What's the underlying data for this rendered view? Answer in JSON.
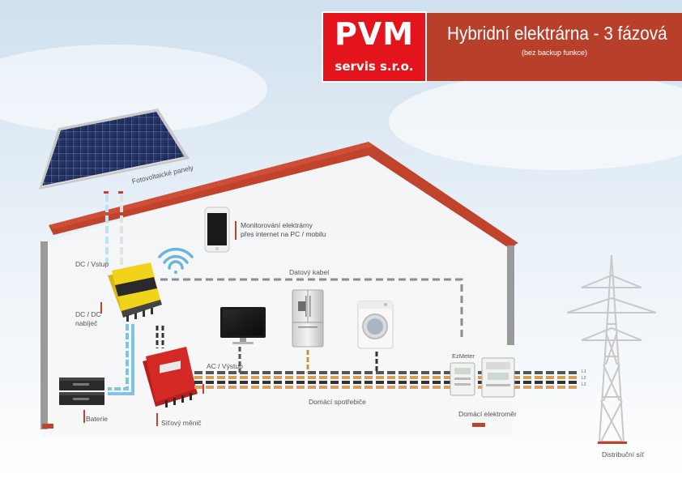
{
  "logo": {
    "main": "PVM",
    "sub": "servis s.r.o."
  },
  "banner": {
    "title": "Hybridní elektrárna - 3 fázová",
    "subtitle": "(bez backup funkce)"
  },
  "labels": {
    "pv_panels": "Fotovoltaické panely",
    "monitoring_line1": "Monitorování elektrárny",
    "monitoring_line2": "přes internet na PC / mobilu",
    "dc_input": "DC / Vstup",
    "data_cable": "Datový kabel",
    "dc_dc_line1": "DC / DC",
    "dc_dc_line2": "nabíječ",
    "ac_output": "AC / Výstup",
    "ezmeter": "EzMeter",
    "battery": "Baterie",
    "grid_inverter": "Síťový měnič",
    "home_appliances": "Domácí spotřebiče",
    "home_meter": "Domácí elektroměr",
    "distribution_grid": "Distribuční síť"
  },
  "phases": [
    "L1",
    "L2",
    "L3"
  ],
  "colors": {
    "roof": "#c0432c",
    "banner": "#b8402b",
    "logo": "#e3141b",
    "hybrid_inverter": "#f2d31b",
    "grid_inverter": "#d42a26",
    "dc_cable": "#7fc4e6",
    "data_cable": "#8c8c8c",
    "wifi": "#6ab4e0"
  }
}
